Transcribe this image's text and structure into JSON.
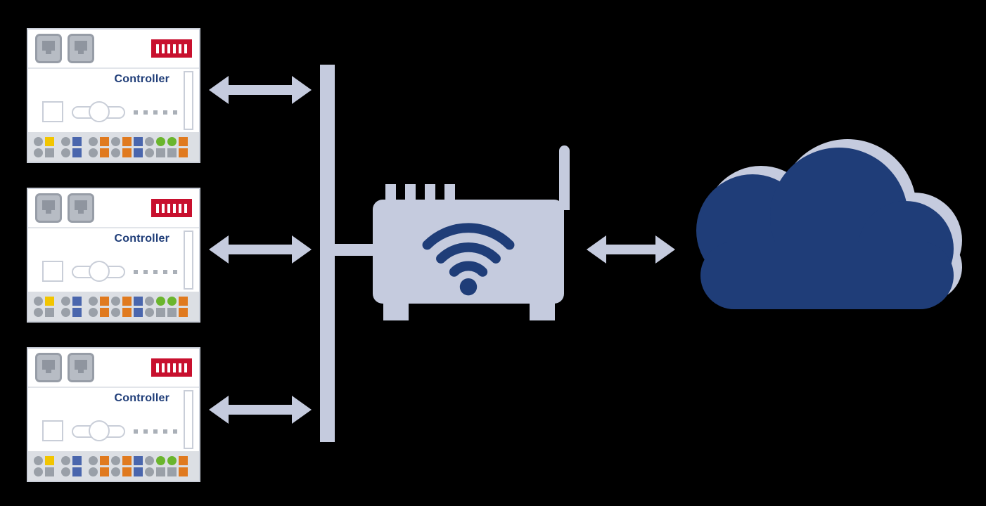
{
  "colors": {
    "background": "#000000",
    "accent": "#c5cbde",
    "dark_blue": "#1f3d78",
    "dip_red": "#c8102e",
    "device_border": "#c9ced8",
    "device_line": "#e2e5ea",
    "terminal_bg": "#dcdfe4",
    "dot_gray": "#aab0b8",
    "port_fill": "#b7bcc4",
    "port_stroke": "#979da7",
    "port_jack": "#8f959f"
  },
  "controllers": [
    {
      "label": "Controller"
    },
    {
      "label": "Controller"
    },
    {
      "label": "Controller"
    }
  ],
  "terminal_columns": [
    {
      "top": {
        "color": "#9aa0a8",
        "shape": "circle"
      },
      "bottom": {
        "color": "#9aa0a8",
        "shape": "circle"
      },
      "gap_after": false
    },
    {
      "top": {
        "color": "#f2c500",
        "shape": "square"
      },
      "bottom": {
        "color": "#9aa0a8",
        "shape": "square"
      },
      "gap_after": true
    },
    {
      "top": {
        "color": "#9aa0a8",
        "shape": "circle"
      },
      "bottom": {
        "color": "#9aa0a8",
        "shape": "circle"
      },
      "gap_after": false
    },
    {
      "top": {
        "color": "#4a66ad",
        "shape": "square"
      },
      "bottom": {
        "color": "#4a66ad",
        "shape": "square"
      },
      "gap_after": true
    },
    {
      "top": {
        "color": "#9aa0a8",
        "shape": "circle"
      },
      "bottom": {
        "color": "#9aa0a8",
        "shape": "circle"
      },
      "gap_after": false
    },
    {
      "top": {
        "color": "#e07a1f",
        "shape": "square"
      },
      "bottom": {
        "color": "#e07a1f",
        "shape": "square"
      },
      "gap_after": false
    },
    {
      "top": {
        "color": "#9aa0a8",
        "shape": "circle"
      },
      "bottom": {
        "color": "#9aa0a8",
        "shape": "circle"
      },
      "gap_after": false
    },
    {
      "top": {
        "color": "#e07a1f",
        "shape": "square"
      },
      "bottom": {
        "color": "#e07a1f",
        "shape": "square"
      },
      "gap_after": false
    },
    {
      "top": {
        "color": "#4a66ad",
        "shape": "square"
      },
      "bottom": {
        "color": "#4a66ad",
        "shape": "square"
      },
      "gap_after": false
    },
    {
      "top": {
        "color": "#9aa0a8",
        "shape": "circle"
      },
      "bottom": {
        "color": "#9aa0a8",
        "shape": "circle"
      },
      "gap_after": false
    },
    {
      "top": {
        "color": "#6ab52d",
        "shape": "circle"
      },
      "bottom": {
        "color": "#9aa0a8",
        "shape": "square"
      },
      "gap_after": false
    },
    {
      "top": {
        "color": "#6ab52d",
        "shape": "circle"
      },
      "bottom": {
        "color": "#9aa0a8",
        "shape": "square"
      },
      "gap_after": false
    },
    {
      "top": {
        "color": "#e07a1f",
        "shape": "square"
      },
      "bottom": {
        "color": "#e07a1f",
        "shape": "square"
      },
      "gap_after": false
    }
  ],
  "icons": {
    "wifi": "wifi-icon",
    "cloud": "cloud-icon",
    "ethernet_port": "ethernet-port-icon",
    "dip_switch": "dip-switch-icon"
  }
}
